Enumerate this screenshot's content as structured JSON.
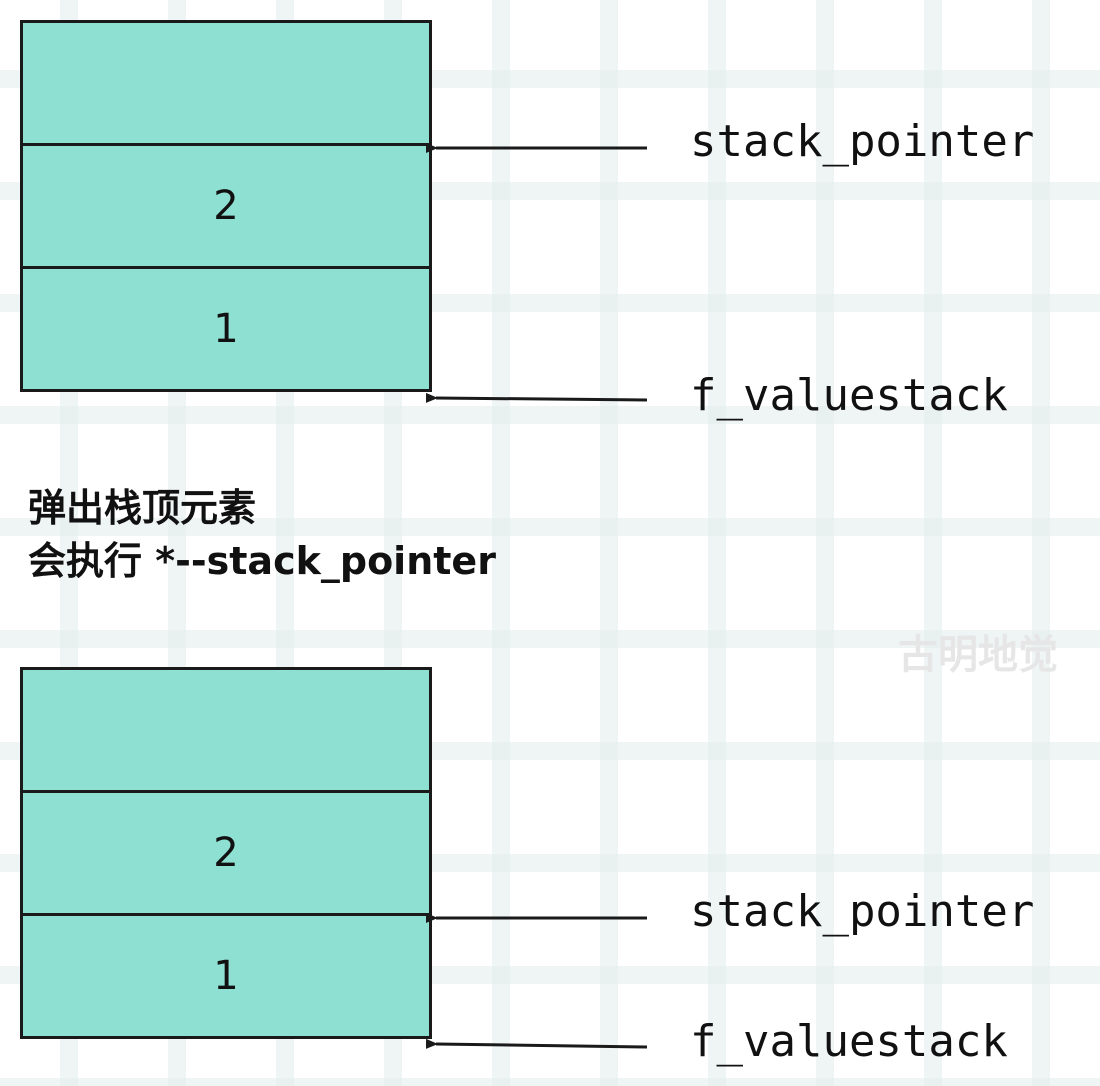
{
  "diagram_top": {
    "cells": [
      "",
      "2",
      "1"
    ],
    "pointers": {
      "stack_pointer": "stack_pointer",
      "f_valuestack": "f_valuestack"
    }
  },
  "caption": {
    "line1": "弹出栈顶元素",
    "line2": "会执行 *--stack_pointer"
  },
  "diagram_bottom": {
    "cells": [
      "",
      "2",
      "1"
    ],
    "pointers": {
      "stack_pointer": "stack_pointer",
      "f_valuestack": "f_valuestack"
    }
  },
  "watermark": "古明地觉",
  "colors": {
    "cell_fill": "#8ee0d3",
    "line": "#1a1a1a"
  }
}
